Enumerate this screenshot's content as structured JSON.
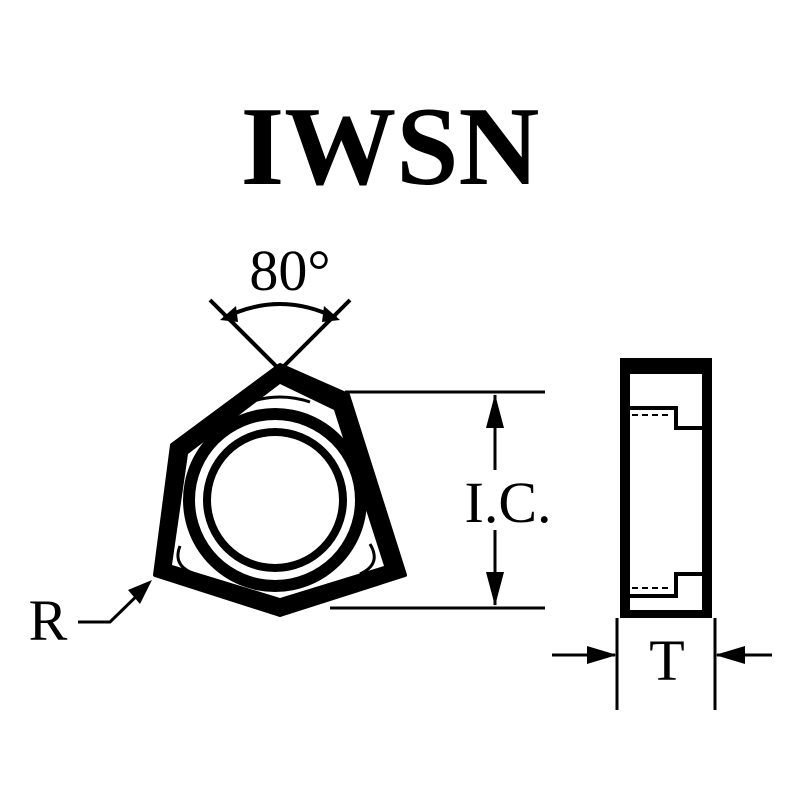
{
  "title": "IWSN",
  "labels": {
    "angle": "80°",
    "inscribed_circle": "I.C.",
    "corner_radius": "R",
    "thickness": "T"
  },
  "colors": {
    "ink": "#000000",
    "paper": "#ffffff"
  }
}
